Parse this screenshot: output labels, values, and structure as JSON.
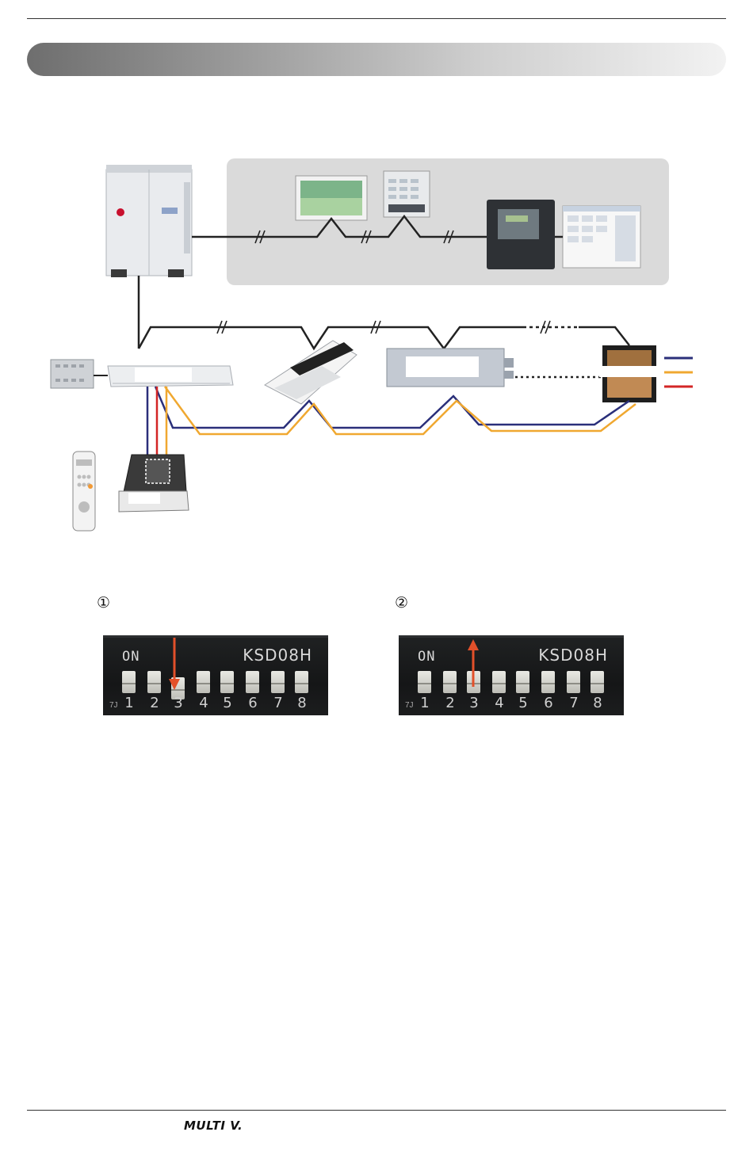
{
  "diagram": {
    "dip_panels": [
      {
        "marker": "①",
        "on_label": "ON",
        "model": "KSD08H",
        "numbers": [
          "1",
          "2",
          "3",
          "4",
          "5",
          "6",
          "7",
          "8"
        ],
        "corner_tag": "7J"
      },
      {
        "marker": "②",
        "on_label": "ON",
        "model": "KSD08H",
        "numbers": [
          "1",
          "2",
          "3",
          "4",
          "5",
          "6",
          "7",
          "8"
        ],
        "corner_tag": "7J"
      }
    ],
    "wire_colors": {
      "blue": "#2a2f7a",
      "orange": "#f0a830",
      "red": "#d32626",
      "black": "#222222"
    }
  },
  "footer": {
    "logo": "MULTI V."
  }
}
